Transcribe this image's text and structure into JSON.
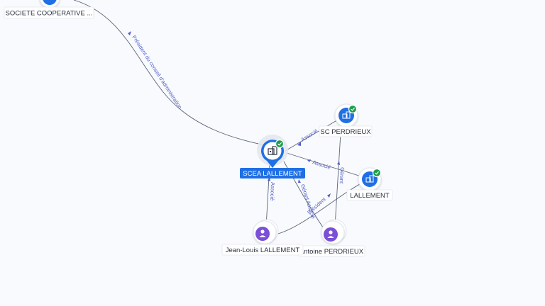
{
  "nodes": {
    "societe": {
      "label": "SOCIETE COOPERATIVE ...",
      "kind": "company"
    },
    "scea": {
      "label": "SCEA LALLEMENT",
      "kind": "company-main",
      "verified": true
    },
    "scperdrieux": {
      "label": "SC PERDRIEUX",
      "kind": "company",
      "verified": true
    },
    "lallement": {
      "label": "LALLEMENT",
      "kind": "company",
      "verified": true
    },
    "jeanlouis": {
      "label": "Jean-Louis LALLEMENT",
      "kind": "person"
    },
    "antoine": {
      "label": "Antoine PERDRIEUX",
      "kind": "person"
    }
  },
  "edges": {
    "president_ca": "Président du conseil d'administration",
    "associe_sc": "Associé",
    "associe_lallement": "Associé",
    "associe_jl": "Associé",
    "gerant_associe_antoine": "Gérant Associé",
    "gerant_antoine_lallement": "Gérant",
    "president_jl_lallement": "Président"
  },
  "colors": {
    "company": "#1f6fe5",
    "person": "#7b4fd6",
    "verified": "#1e9e4a",
    "edge": "#5b6578",
    "edge_label": "#5560c9"
  },
  "icons": {
    "company": "building-icon",
    "person": "person-icon",
    "verified": "check-badge-icon"
  }
}
